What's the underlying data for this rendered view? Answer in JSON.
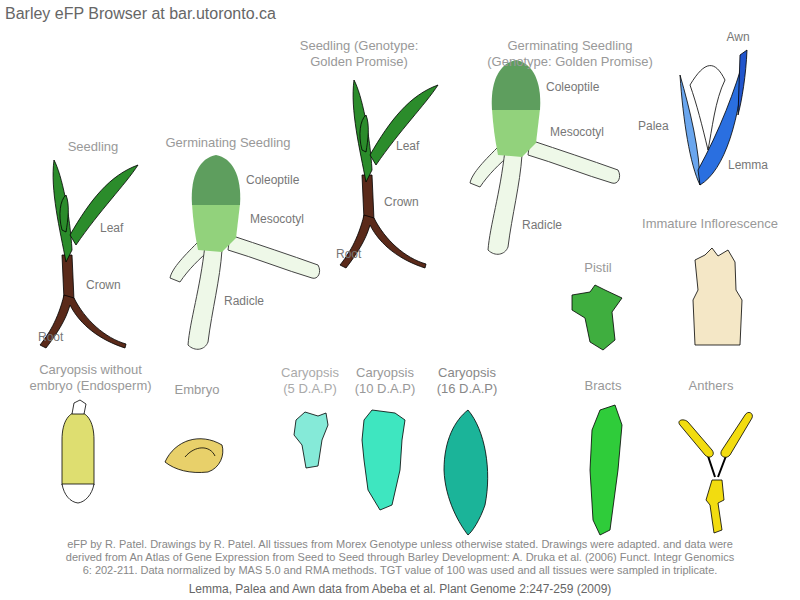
{
  "diagram": {
    "title": "Barley eFP Browser at bar.utoronto.ca",
    "caption": "eFP by R. Patel. Drawings by R. Patel. All tissues from Morex Genotype unless otherwise stated. Drawings were adapted. and data were derived from An Atlas of Gene Expression from Seed to Seed through Barley Development: A. Druka et al. (2006) Funct. Integr Genomics 6: 202-211. Data normalized by MAS 5.0 and RMA methods. TGT value of 100 was used and all tissues were sampled in triplicate.",
    "labels": [
      "Seedling",
      "Leaf",
      "Crown",
      "Root",
      "Germinating Seedling",
      "Coleoptile",
      "Mesocotyl",
      "Radicle",
      "Seedling (Genotype: Golden Promise)",
      "Leaf",
      "Crown",
      "Root",
      "Germinating Seedling (Genotype: Golden Promise)",
      "Coleoptile",
      "Mesocotyl",
      "Radicle",
      "Awn",
      "Palea",
      "Lemma",
      "Immature Inflorescence",
      "Pistil",
      "Caryopsis without embryo (Endosperm)",
      "Embryo",
      "Caryopsis (5 D.A.P)",
      "Caryopsis (10 D.A.P)",
      "Caryopsis (16 D.A.P)",
      "Bracts",
      "Anthers",
      "Lemma, Palea and Awn data from Abeba et al. Plant Genome 2:247-259 (2009)"
    ]
  }
}
